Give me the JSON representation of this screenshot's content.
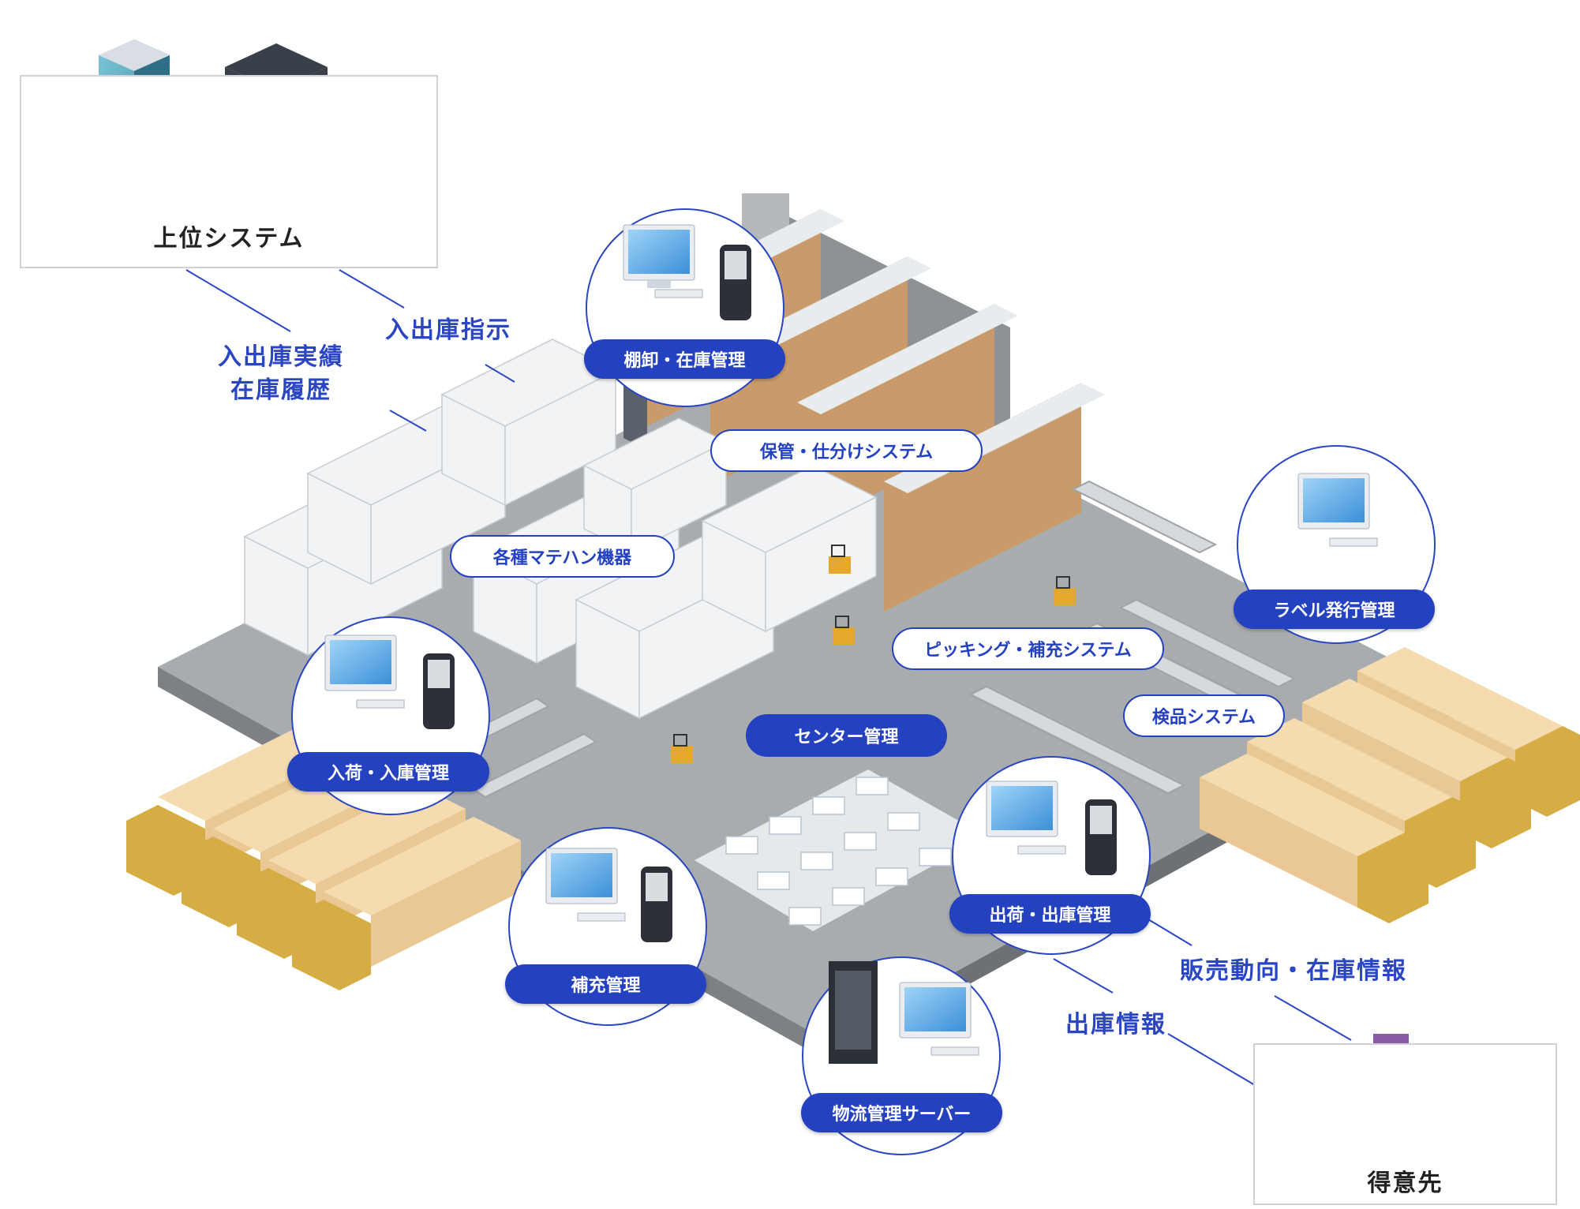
{
  "top_system": {
    "label": "上位システム"
  },
  "customer": {
    "label": "得意先"
  },
  "flows": {
    "instruction": "入出庫指示",
    "results_line1": "入出庫実績",
    "results_line2": "在庫履歴",
    "sales_trend": "販売動向・在庫情報",
    "shipping_info": "出庫情報"
  },
  "modules": {
    "inventory": "棚卸・在庫管理",
    "receiving": "入荷・入庫管理",
    "replenish": "補充管理",
    "server": "物流管理サーバー",
    "shipping": "出荷・出庫管理",
    "label_issue": "ラベル発行管理"
  },
  "systems": {
    "storage_sort": "保管・仕分けシステム",
    "material_handling": "各種マテハン機器",
    "picking": "ピッキング・補充システム",
    "inspection": "検品システム",
    "center": "センター管理"
  },
  "colors": {
    "accent": "#2442c0",
    "floor": "#a8abae",
    "wall": "#8f9296",
    "truck_cab": "#d9b04a",
    "truck_box": "#f3d7a6"
  }
}
